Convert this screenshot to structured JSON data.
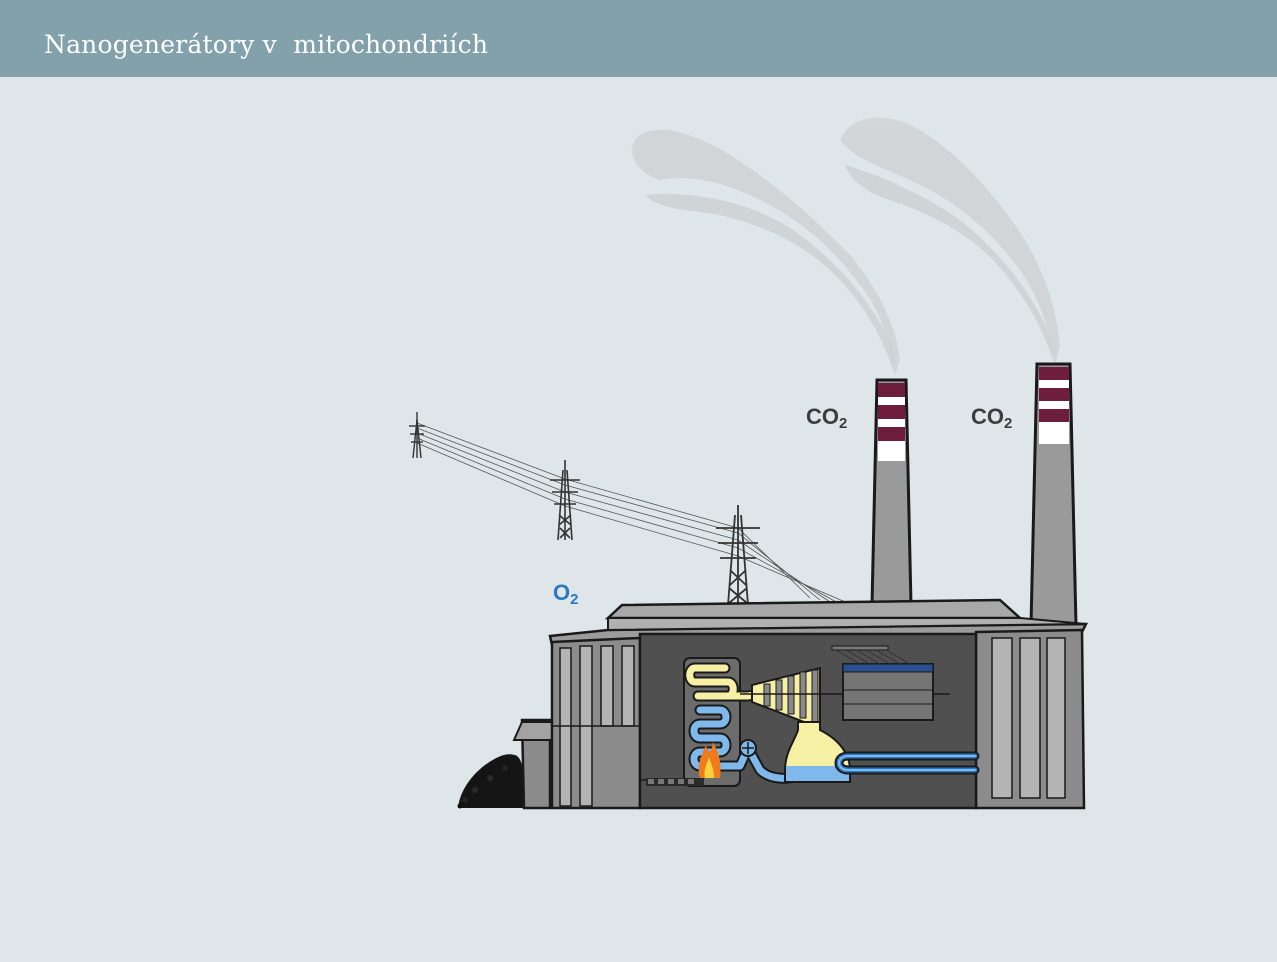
{
  "header": {
    "title": "Nanogenerátory v  mitochondriích"
  },
  "labels": {
    "oxygen": {
      "main": "O",
      "sub": "2"
    },
    "co2_left": {
      "main": "CO",
      "sub": "2"
    },
    "co2_right": {
      "main": "CO",
      "sub": "2"
    }
  },
  "colors": {
    "header_bg": "#83a1ab",
    "background": "#dfe6e9",
    "oxygen_label": "#2b78c2",
    "co2_label": "#3d3d3d",
    "chimney_band": "#6e1d3c",
    "steam": "#f6f0a5",
    "water": "#7fb9ec",
    "building": "#8c8c8c",
    "interior": "#505050"
  },
  "icons": [
    "power-pylon-icon",
    "coal-pile-icon",
    "flame-icon",
    "smoke-icon",
    "turbine-icon",
    "generator-icon"
  ]
}
